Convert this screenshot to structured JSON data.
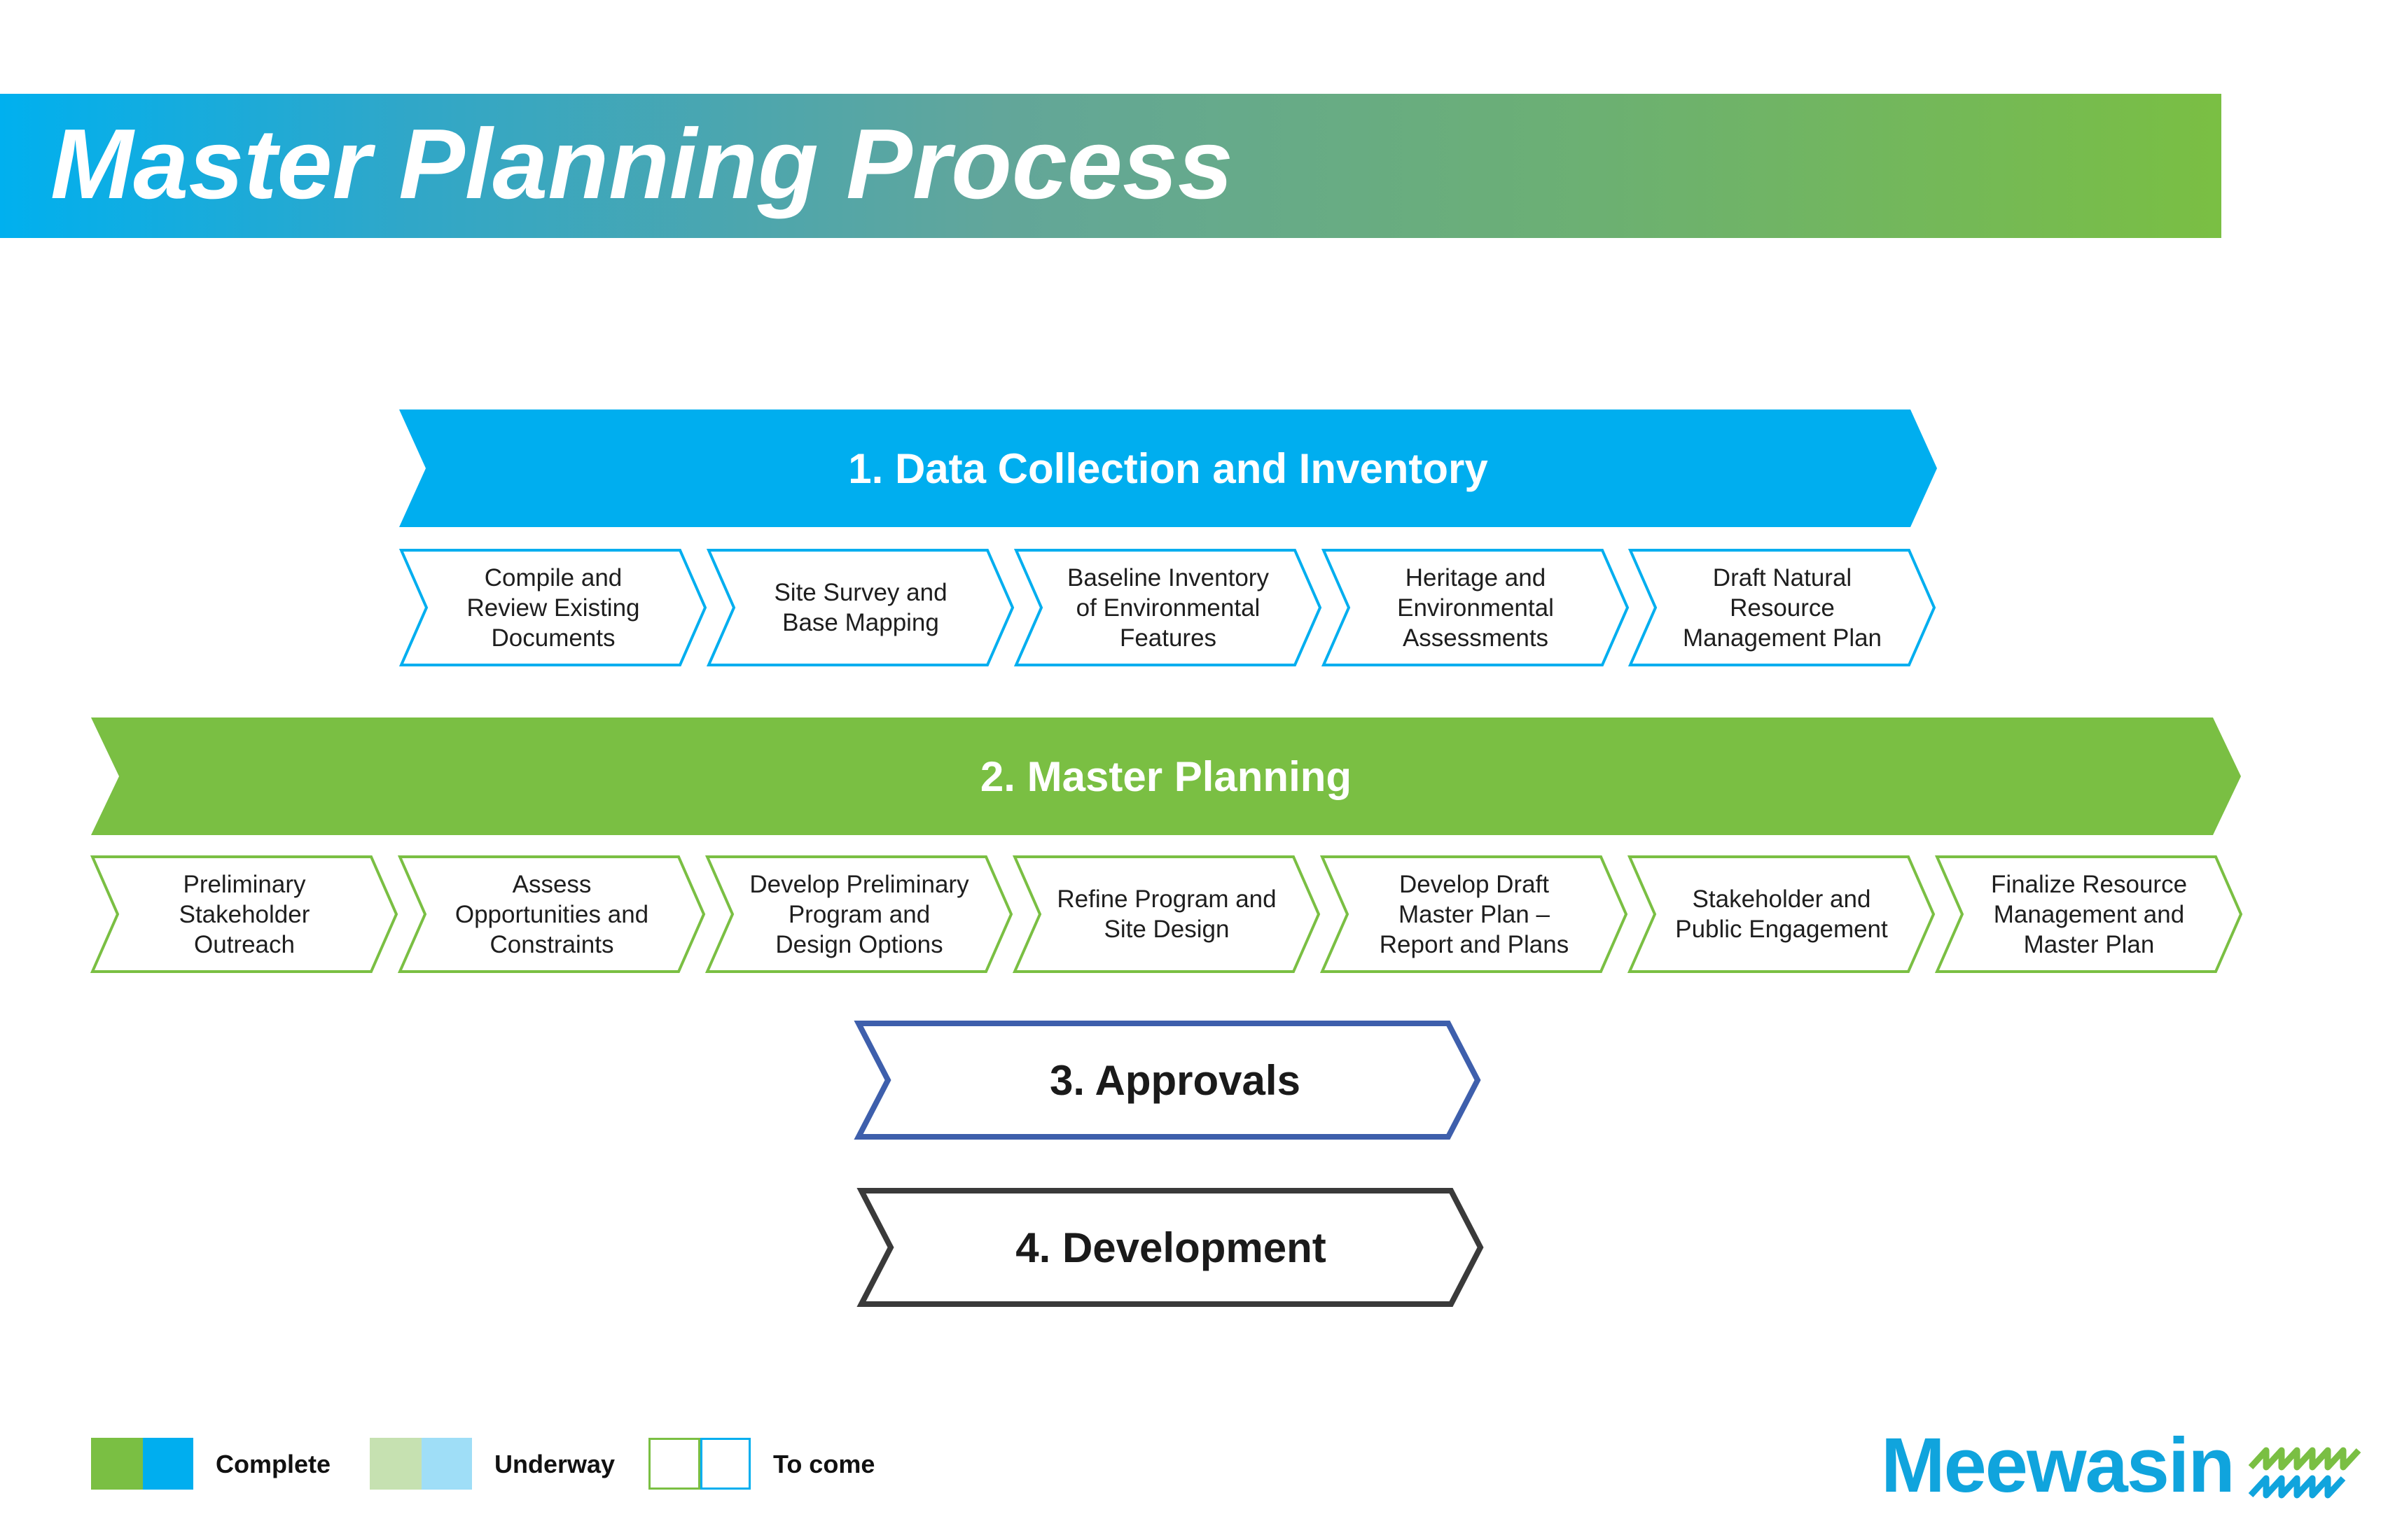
{
  "title": "Master Planning Process",
  "colors": {
    "blue": "#00aeef",
    "green": "#7abf43",
    "approvals": "#3e5fac",
    "development": "#3a3a3a",
    "light_green": "#c6e1b1",
    "light_blue": "#9fdef7"
  },
  "phases": [
    {
      "label": "1. Data Collection and Inventory",
      "status": "complete",
      "steps": [
        "Compile and Review Existing Documents",
        "Site Survey and Base Mapping",
        "Baseline Inventory of Environmental Features",
        "Heritage and Environmental Assessments",
        "Draft Natural Resource Management Plan"
      ]
    },
    {
      "label": "2. Master Planning",
      "status": "complete",
      "steps": [
        "Preliminary Stakeholder Outreach",
        "Assess Opportunities and Constraints",
        "Develop Preliminary Program and Design Options",
        "Refine Program and Site Design",
        "Develop Draft Master Plan – Report and Plans",
        "Stakeholder and Public Engagement",
        "Finalize Resource Management and Master Plan"
      ]
    },
    {
      "label": "3. Approvals",
      "status": "to come",
      "steps": []
    },
    {
      "label": "4. Development",
      "status": "to come",
      "steps": []
    }
  ],
  "legend": {
    "complete": "Complete",
    "underway": "Underway",
    "to_come": "To come"
  },
  "logo": {
    "text": "Meewasin",
    "icon": "meewasin-waves-icon"
  }
}
